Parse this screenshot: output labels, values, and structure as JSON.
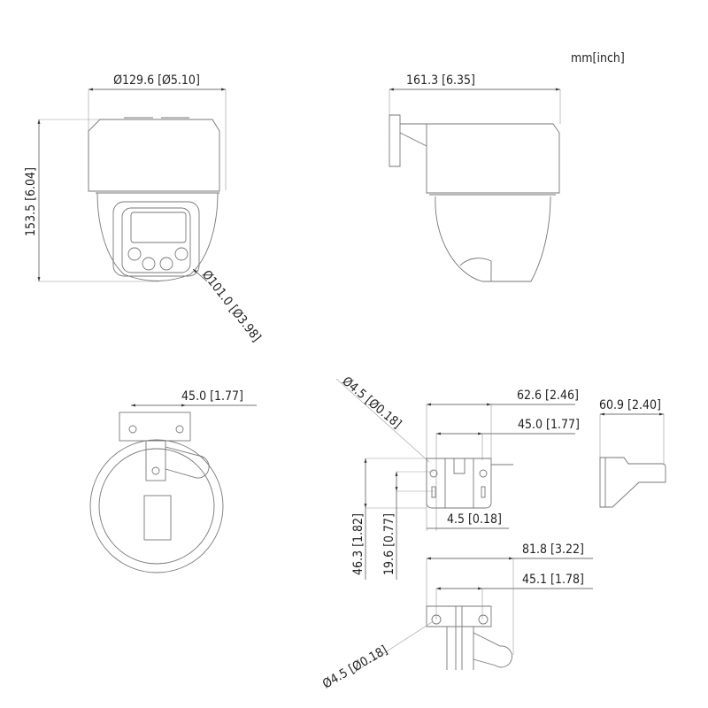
{
  "units": "mm[inch]",
  "front_view": {
    "width": "Ø129.6 [Ø5.10]",
    "height": "153.5 [6.04]",
    "module_diameter": "Ø101.0 [Ø3.98]"
  },
  "side_view": {
    "depth": "161.3 [6.35]"
  },
  "bottom_view": {
    "hole_spacing": "45.0 [1.77]"
  },
  "bracket_front": {
    "hole_diameter": "Ø4.5 [Ø0.18]",
    "width": "62.6 [2.46]",
    "hole_spacing": "45.0 [1.77]",
    "slot_offset": "4.5 [0.18]",
    "height": "46.3 [1.82]",
    "slot_height": "19.6 [0.77]"
  },
  "bracket_side": {
    "depth": "60.9 [2.40]"
  },
  "bracket_bottom": {
    "length": "81.8 [3.22]",
    "hole_spacing": "45.1 [1.78]",
    "hole_diameter": "Ø4.5 [Ø0.18]"
  }
}
